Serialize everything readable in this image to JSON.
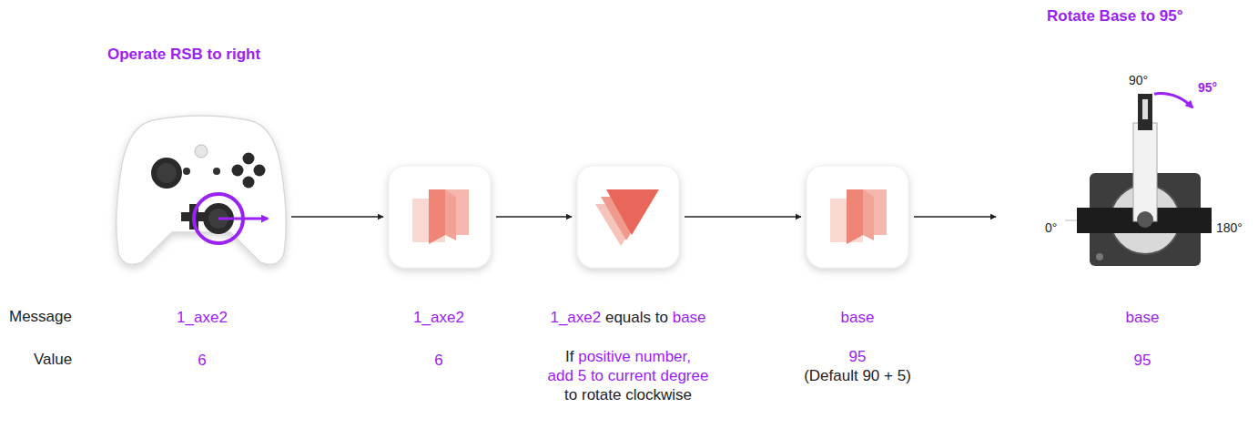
{
  "diagram": {
    "nodes": [
      {
        "text": [
          "1_axe2",
          "6"
        ]
      },
      {
        "text": [
          "1_axe2",
          "6"
        ]
      },
      {
        "text": [
          "1_axe2 equals to base",
          "If positive number, add 5 to current degree to rotate clockwise"
        ]
      },
      {
        "text": [
          "base",
          "95",
          "(Default 90 + 5)"
        ]
      },
      {
        "text": [
          "base",
          "95"
        ]
      }
    ],
    "edges": [
      {
        "from": 0,
        "to": 1,
        "arrow": "to"
      },
      {
        "from": 1,
        "to": 2,
        "arrow": "to"
      },
      {
        "from": 2,
        "to": 3,
        "arrow": "to"
      },
      {
        "from": 3,
        "to": 4,
        "arrow": "to"
      }
    ],
    "labels": [
      "Operate RSB to right",
      "Rotate Base to 95°",
      "95°",
      "90°",
      "0°",
      "180°",
      "Message",
      "Value"
    ]
  }
}
